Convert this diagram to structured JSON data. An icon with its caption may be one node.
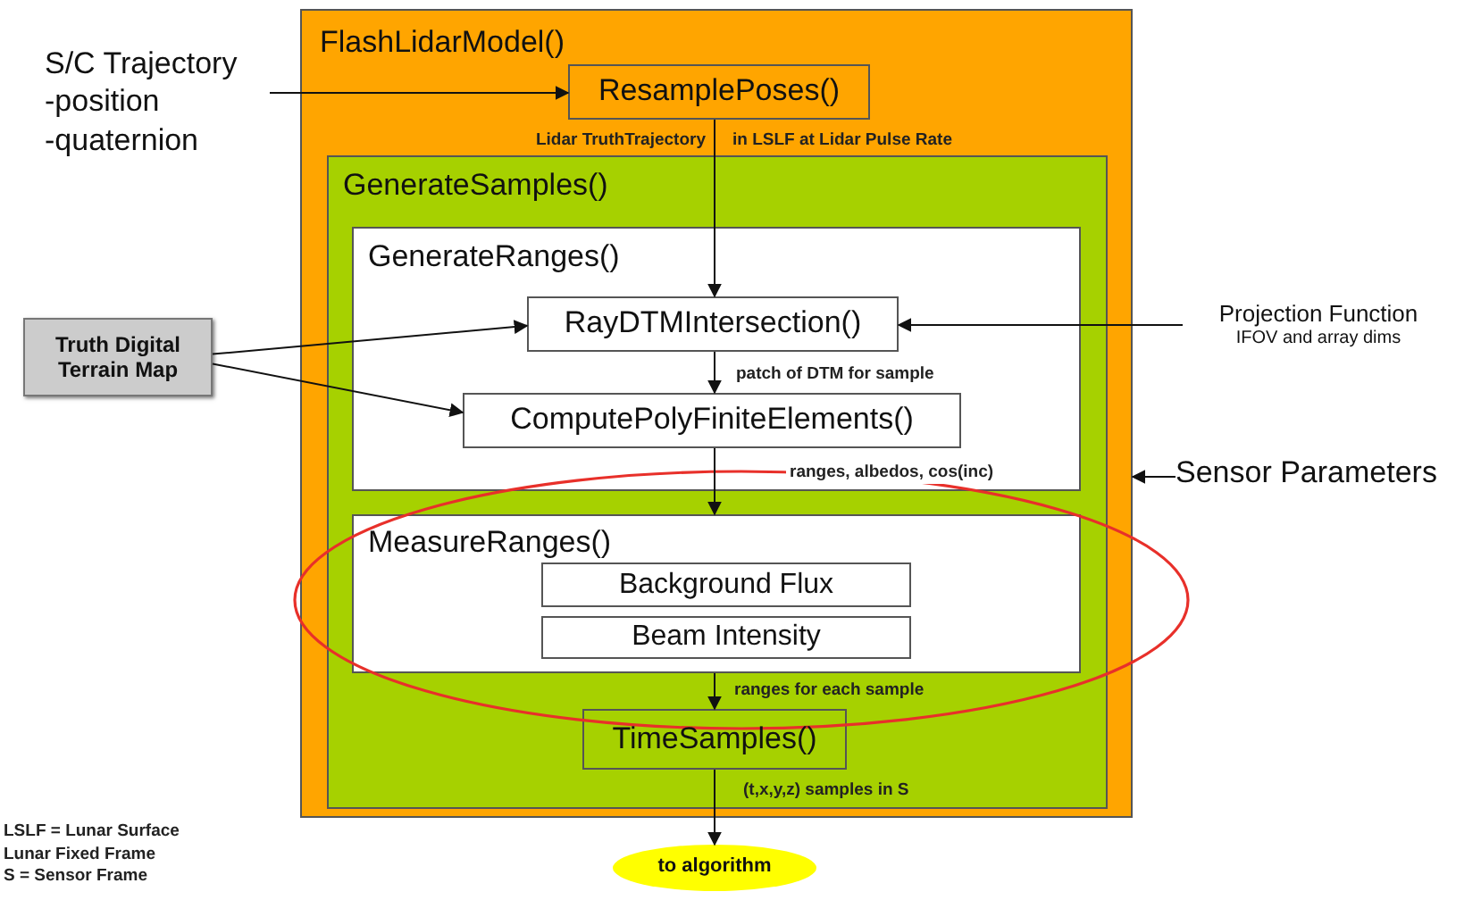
{
  "diagram": {
    "nodes": [
      {
        "text": [
          "FlashLidarModel()"
        ]
      },
      {
        "text": [
          "S/C Trajectory -position -quaternion"
        ]
      },
      {
        "text": [
          "ResamplePoses()"
        ],
        "in": 0
      },
      {
        "text": [
          "GenerateSamples()"
        ],
        "in": 0
      },
      {
        "text": [
          "GenerateRanges()"
        ],
        "in": 3
      },
      {
        "text": [
          "RayDTMIntersection()"
        ],
        "in": 4
      },
      {
        "text": [
          "ComputePolyFiniteElements()"
        ],
        "in": 4
      },
      {
        "text": [
          "Truth Digital Terrain Map"
        ]
      },
      {
        "text": [
          "Projection Function",
          "IFOV and array dims"
        ]
      },
      {
        "text": [
          "MeasureRanges()"
        ],
        "in": 3
      },
      {
        "text": [
          "Background Flux"
        ],
        "in": 9
      },
      {
        "text": [
          "Beam Intensity"
        ],
        "in": 9
      },
      {
        "text": [
          "TimeSamples()"
        ],
        "in": 3
      },
      {
        "text": [
          "to algorithm"
        ]
      },
      {
        "text": [
          "Sensor Parameters"
        ]
      }
    ],
    "edges": [
      {
        "from": 1,
        "to": 2,
        "arrow": "to"
      },
      {
        "from": 2,
        "to": 5,
        "arrow": "to",
        "label": "Lidar TruthTrajectory"
      },
      {
        "from": 7,
        "to": 5,
        "arrow": "to"
      },
      {
        "from": 7,
        "to": 6,
        "arrow": "to"
      },
      {
        "from": 8,
        "to": 5,
        "arrow": "to"
      },
      {
        "from": 5,
        "to": 6,
        "arrow": "to",
        "label": "patch of DTM for sample"
      },
      {
        "from": 6,
        "to": 9,
        "arrow": "to",
        "label": "ranges, albedos, cos(inc)"
      },
      {
        "from": 9,
        "to": 12,
        "arrow": "to",
        "label": "ranges for each sample"
      },
      {
        "from": 12,
        "to": 13,
        "arrow": "to",
        "label": "(t,x,y,z) samples in S"
      },
      {
        "from": 14,
        "to": 0,
        "arrow": "to"
      }
    ],
    "labels": [
      "in LSLF at Lidar Pulse Rate",
      "LSLF = Lunar Surface Lunar Fixed Frame",
      "S = Sensor Frame"
    ]
  }
}
